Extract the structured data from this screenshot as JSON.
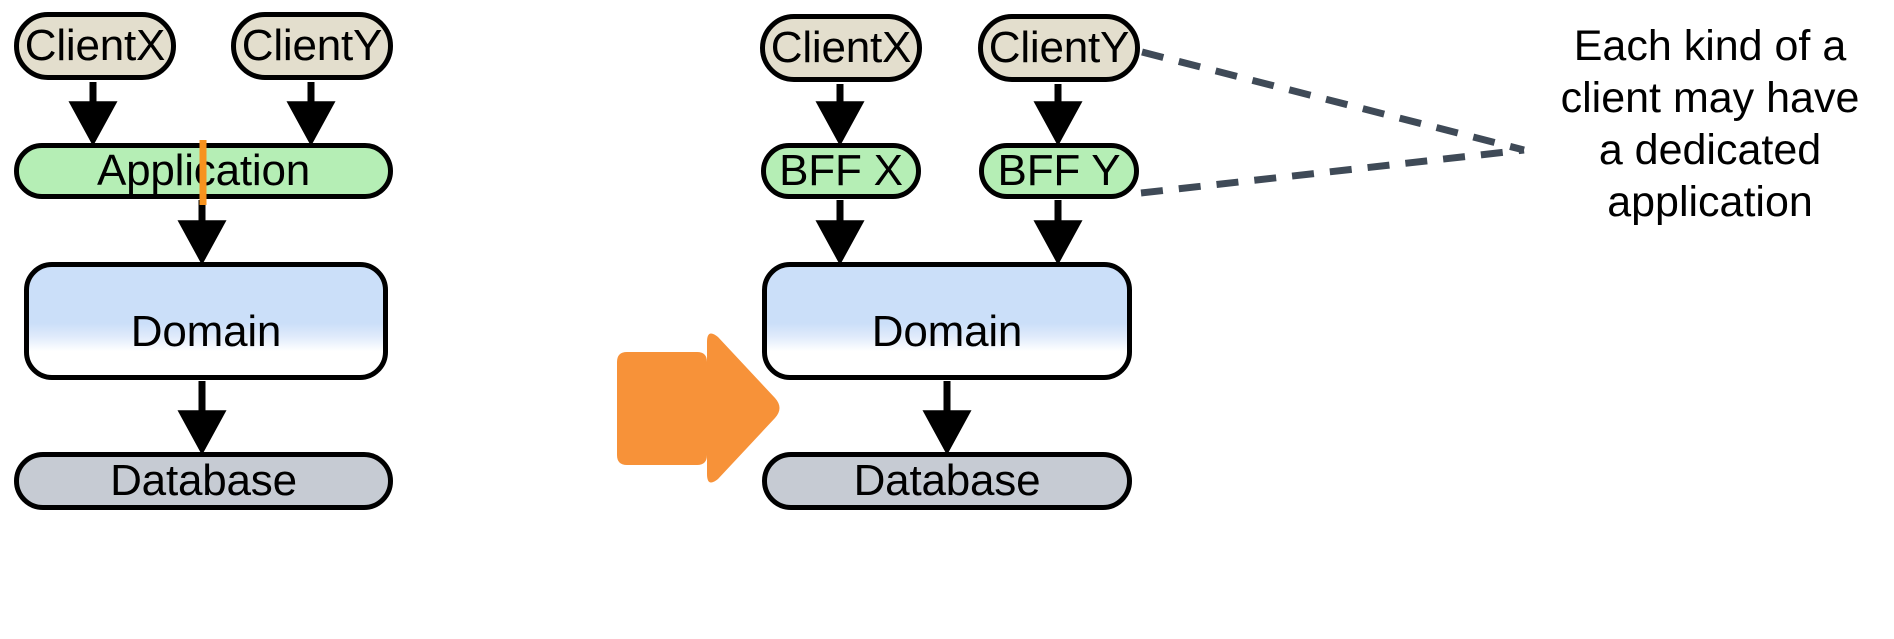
{
  "diagram": {
    "title": "Backend For Frontend (BFF) refactoring",
    "background_color": "#ffffff",
    "stroke_color": "#000000",
    "colors": {
      "client_fill": "#e3decd",
      "application_fill": "#b5eeb5",
      "domain_fill_top": "#cbdff9",
      "domain_fill_bottom": "#ffffff",
      "database_fill": "#c6cbd3",
      "transform_arrow": "#f79239",
      "split_marker": "#f7931e",
      "dashed_callout": "#3f4a57"
    }
  },
  "before": {
    "name": "before-panel",
    "nodes": {
      "client_x": {
        "label": "ClientX",
        "kind": "client"
      },
      "client_y": {
        "label": "ClientY",
        "kind": "client"
      },
      "application": {
        "label": "Application",
        "kind": "application"
      },
      "domain": {
        "label": "Domain",
        "kind": "domain"
      },
      "database": {
        "label": "Database",
        "kind": "database"
      }
    },
    "edges": [
      {
        "from": "ClientX",
        "to": "Application"
      },
      {
        "from": "ClientY",
        "to": "Application"
      },
      {
        "from": "Application",
        "to": "Domain"
      },
      {
        "from": "Domain",
        "to": "Database"
      }
    ],
    "split_marker": {
      "name": "application-split-marker",
      "color": "#f7931e"
    }
  },
  "transform": {
    "name": "transform-arrow",
    "direction": "right",
    "color": "#f79239"
  },
  "after": {
    "name": "after-panel",
    "nodes": {
      "client_x": {
        "label": "ClientX",
        "kind": "client"
      },
      "client_y": {
        "label": "ClientY",
        "kind": "client"
      },
      "bff_x": {
        "label": "BFF X",
        "kind": "application"
      },
      "bff_y": {
        "label": "BFF Y",
        "kind": "application"
      },
      "domain": {
        "label": "Domain",
        "kind": "domain"
      },
      "database": {
        "label": "Database",
        "kind": "database"
      }
    },
    "edges": [
      {
        "from": "ClientX",
        "to": "BFF X"
      },
      {
        "from": "ClientY",
        "to": "BFF Y"
      },
      {
        "from": "BFF X",
        "to": "Domain"
      },
      {
        "from": "BFF Y",
        "to": "Domain"
      },
      {
        "from": "Domain",
        "to": "Database"
      }
    ]
  },
  "annotation": {
    "name": "callout-note",
    "text": "Each kind of a\nclient may have\na dedicated\napplication",
    "lines": [
      "Each kind of a",
      "client may have",
      "a dedicated",
      "application"
    ],
    "connector_style": "dashed",
    "connector_targets": [
      "ClientY",
      "BFF Y"
    ]
  }
}
